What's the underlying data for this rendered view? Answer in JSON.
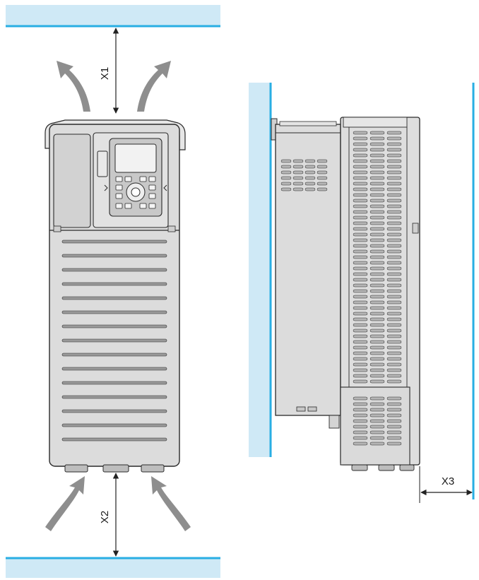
{
  "diagram": {
    "labels": {
      "x1": "X1",
      "x2": "X2",
      "x3": "X3"
    },
    "colors": {
      "wall_fill": "#cfe9f6",
      "wall_edge": "#29aee3",
      "device_fill": "#dcdcdc",
      "device_stroke": "#2a2a2a",
      "keypad_fill": "#c8c8c8",
      "arrow_fill": "#8e8e8e",
      "dimension_line": "#222222"
    },
    "icons": [
      "airflow-arrow-icon",
      "keypad-icon",
      "navigation-dial-icon"
    ]
  }
}
